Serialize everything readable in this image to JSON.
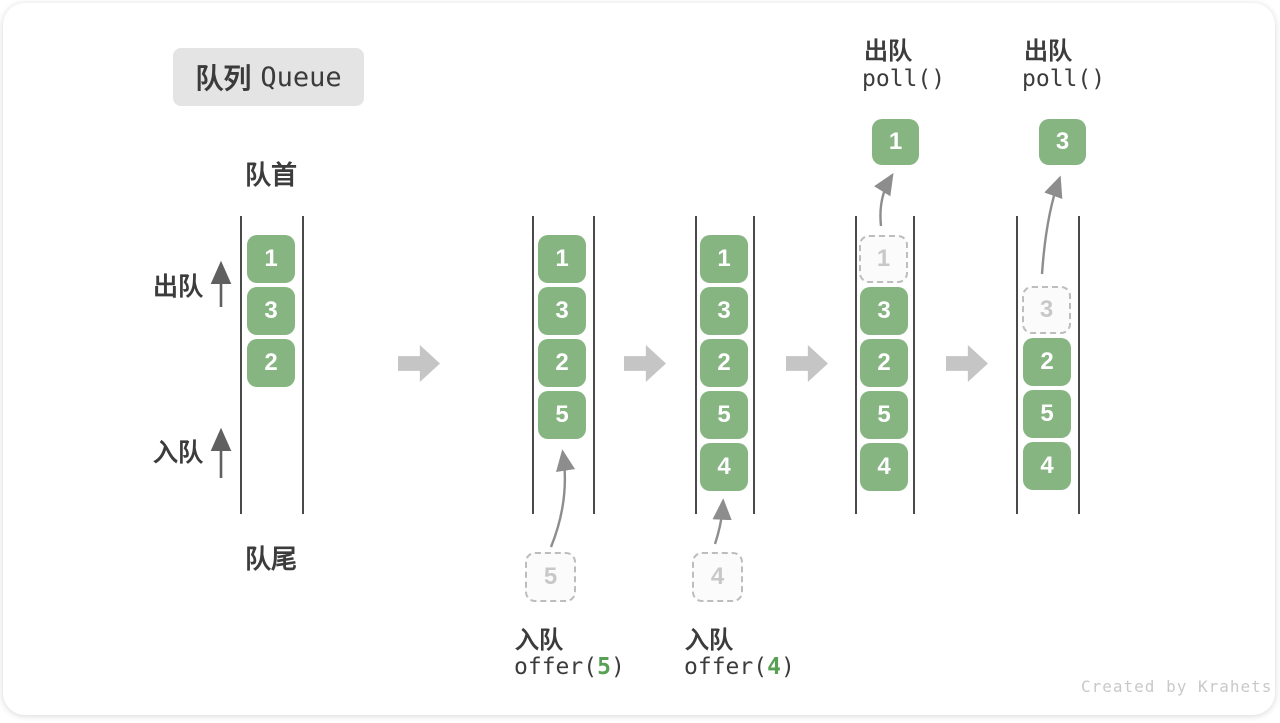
{
  "title": {
    "zh": "队列",
    "en": "Queue"
  },
  "labels": {
    "front": "队首",
    "rear": "队尾",
    "dequeue": "出队",
    "enqueue": "入队"
  },
  "colors": {
    "cell_green": "#86b582",
    "code_arg_green": "#58a154",
    "block_arrow_gray": "#c5c5c5",
    "ghost_gray": "#c8c8c8"
  },
  "states": {
    "s1": {
      "slots": [
        "1",
        "3",
        "2"
      ]
    },
    "s2": {
      "slots": [
        "1",
        "3",
        "2",
        "5"
      ],
      "pending": "5",
      "op": {
        "zh": "入队",
        "fn": "offer(",
        "arg": "5",
        "close": ")"
      }
    },
    "s3": {
      "slots": [
        "1",
        "3",
        "2",
        "5",
        "4"
      ],
      "pending": "4",
      "op": {
        "zh": "入队",
        "fn": "offer(",
        "arg": "4",
        "close": ")"
      }
    },
    "s4": {
      "ghost": "1",
      "slots": [
        "3",
        "2",
        "5",
        "4"
      ],
      "popped": "1",
      "op": {
        "zh": "出队",
        "code": "poll()"
      }
    },
    "s5": {
      "ghost": "3",
      "slots": [
        "2",
        "5",
        "4"
      ],
      "popped": "3",
      "op": {
        "zh": "出队",
        "code": "poll()"
      }
    }
  },
  "watermark": "Created by Krahets"
}
